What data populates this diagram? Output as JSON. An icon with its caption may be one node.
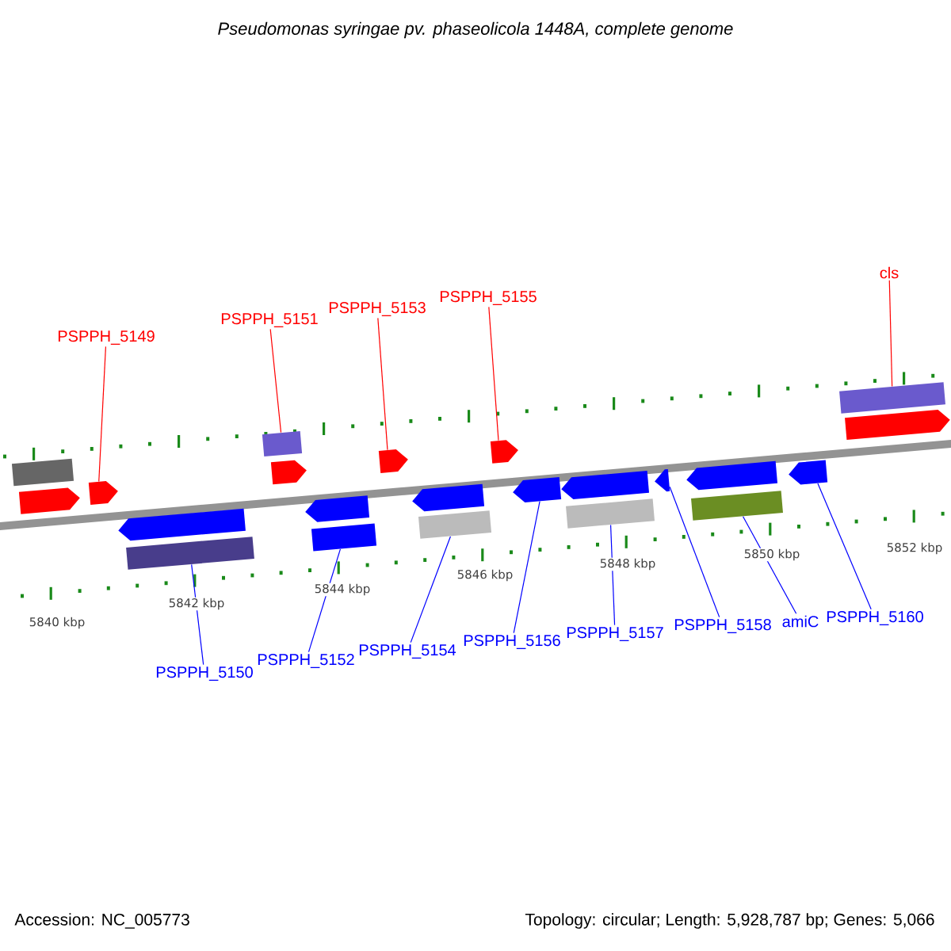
{
  "diagram": {
    "title": "Pseudomonas syringae pv. phaseolicola 1448A, complete genome",
    "nodes": [
      {
        "text": [
          "PSPPH_5149"
        ]
      },
      {
        "text": [
          "PSPPH_5151"
        ]
      },
      {
        "text": [
          "PSPPH_5153"
        ]
      },
      {
        "text": [
          "PSPPH_5155"
        ]
      },
      {
        "text": [
          "cls"
        ]
      },
      {
        "text": [
          "PSPPH_5150"
        ]
      },
      {
        "text": [
          "PSPPH_5152"
        ]
      },
      {
        "text": [
          "PSPPH_5154"
        ]
      },
      {
        "text": [
          "PSPPH_5156"
        ]
      },
      {
        "text": [
          "PSPPH_5157"
        ]
      },
      {
        "text": [
          "PSPPH_5158"
        ]
      },
      {
        "text": [
          "amiC"
        ]
      },
      {
        "text": [
          "PSPPH_5160"
        ]
      },
      {
        "text": [],
        "shape": "arrow"
      },
      {
        "text": [],
        "shape": "arrow"
      },
      {
        "text": [],
        "shape": "arrow"
      },
      {
        "text": [],
        "shape": "arrow"
      },
      {
        "text": [],
        "shape": "arrow"
      },
      {
        "text": [],
        "shape": "arrow"
      },
      {
        "text": [],
        "shape": "arrow"
      },
      {
        "text": [],
        "shape": "arrow"
      },
      {
        "text": [],
        "shape": "arrow"
      },
      {
        "text": [],
        "shape": "arrow"
      },
      {
        "text": [],
        "shape": "arrow"
      },
      {
        "text": [],
        "shape": "arrow"
      },
      {
        "text": [],
        "shape": "arrow"
      },
      {
        "text": [],
        "shape": "arrow"
      },
      {
        "text": [],
        "shape": "bar"
      },
      {
        "text": [],
        "shape": "bar"
      },
      {
        "text": [],
        "shape": "bar"
      },
      {
        "text": [],
        "shape": "bar"
      },
      {
        "text": [],
        "shape": "bar"
      },
      {
        "text": [],
        "shape": "bar"
      },
      {
        "text": [],
        "shape": "bar"
      },
      {
        "text": [],
        "shape": "bar"
      }
    ],
    "edges": [
      {
        "from": 0,
        "to": 14,
        "arrow": "none",
        "color": "#ff0000"
      },
      {
        "from": 1,
        "to": 29,
        "arrow": "none",
        "color": "#ff0000"
      },
      {
        "from": 2,
        "to": 16,
        "arrow": "none",
        "color": "#ff0000"
      },
      {
        "from": 3,
        "to": 17,
        "arrow": "none",
        "color": "#ff0000"
      },
      {
        "from": 4,
        "to": 34,
        "arrow": "none",
        "color": "#ff0000"
      },
      {
        "from": 5,
        "to": 28,
        "arrow": "none"
      },
      {
        "from": 6,
        "to": 30,
        "arrow": "none"
      },
      {
        "from": 7,
        "to": 31,
        "arrow": "none"
      },
      {
        "from": 8,
        "to": 22,
        "arrow": "none"
      },
      {
        "from": 9,
        "to": 32,
        "arrow": "none"
      },
      {
        "from": 10,
        "to": 24,
        "arrow": "none"
      },
      {
        "from": 11,
        "to": 33,
        "arrow": "none"
      },
      {
        "from": 12,
        "to": 26,
        "arrow": "none"
      }
    ],
    "labels": [
      "5840 kbp",
      "5842 kbp",
      "5844 kbp",
      "5846 kbp",
      "5848 kbp",
      "5850 kbp",
      "5852 kbp",
      "Accession: NC_005773",
      "Topology: circular; Length: 5,928,787 bp; Genes: 5,066"
    ]
  }
}
